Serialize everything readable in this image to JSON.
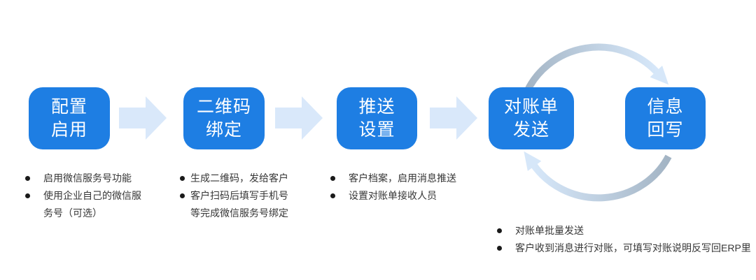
{
  "colors": {
    "box-blue": "#1E7EE3",
    "box-text": "#FFFFFF",
    "arrow-light": "#D9E8FA",
    "arc-gray": "#A3B4C4",
    "arc-light": "#D6E7F9",
    "bullet-dot": "#1A1A1A",
    "bullet-text": "#363636"
  },
  "icons": {
    "flow_arrow": "right-block-arrow",
    "cycle": "clockwise-cycle-arrows"
  },
  "steps": [
    {
      "label": "配置\n启用",
      "bullets": [
        "启用微信服务号功能",
        "使用企业自己的微信服\n务号（可选）"
      ]
    },
    {
      "label": "二维码\n绑定",
      "bullets": [
        "生成二维码，发给客户",
        "客户扫码后填写手机号\n等完成微信服务号绑定"
      ]
    },
    {
      "label": "推送\n设置",
      "bullets": [
        "客户档案，启用消息推送",
        "设置对账单接收人员"
      ]
    },
    {
      "label": "对账单\n发送",
      "bullets": [
        "对账单批量发送",
        "客户收到消息进行对账，可填写对账说明反写回ERP里"
      ]
    },
    {
      "label": "信息\n回写",
      "bullets": []
    }
  ]
}
